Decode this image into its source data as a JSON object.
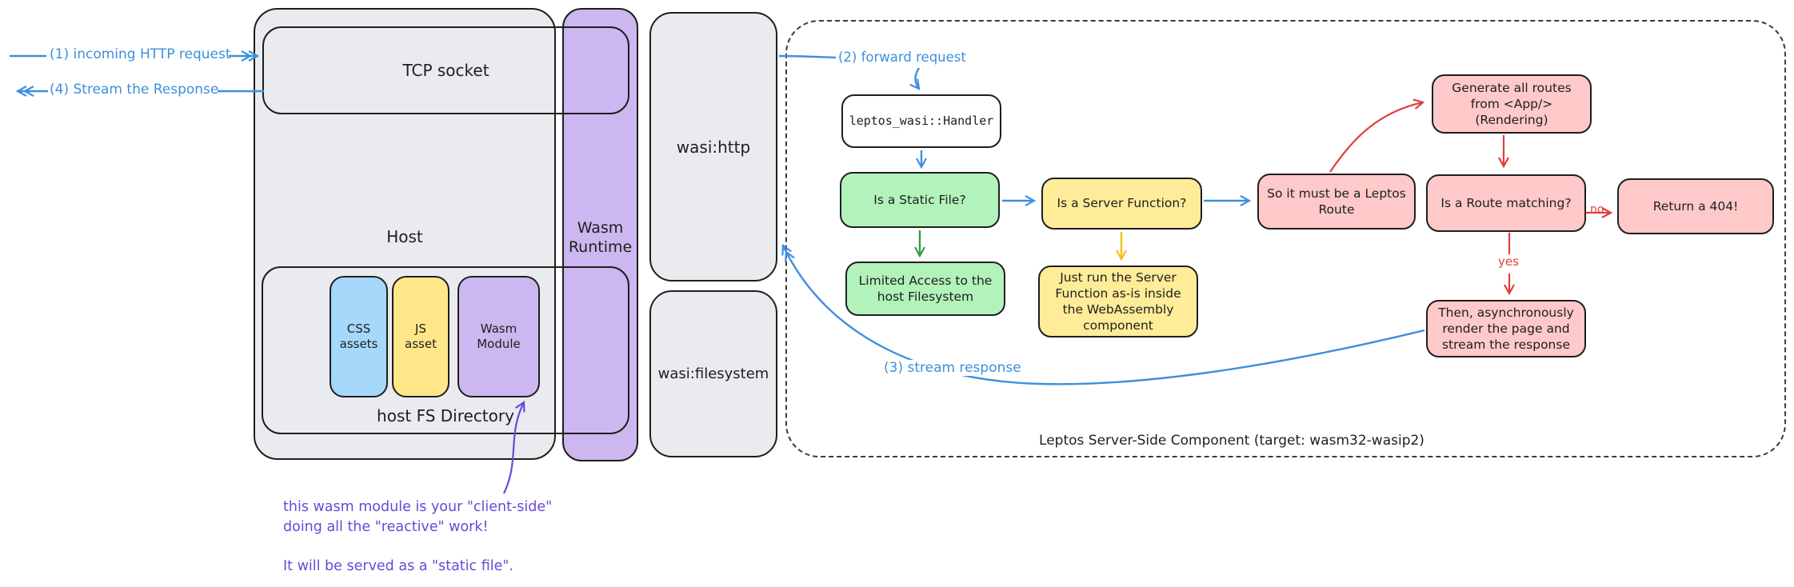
{
  "external": {
    "incoming_label": "(1) incoming HTTP request",
    "stream_out_label": "(4) Stream the Response"
  },
  "host": {
    "title": "Host",
    "tcp_socket": "TCP socket",
    "fs_directory": "host FS Directory",
    "css_assets": "CSS\nassets",
    "js_asset": "JS\nasset",
    "wasm_module": "Wasm\nModule"
  },
  "wasm_runtime": {
    "label": "Wasm\nRuntime"
  },
  "wasi": {
    "http": "wasi:http",
    "filesystem": "wasi:filesystem"
  },
  "component": {
    "caption": "Leptos Server-Side Component (target: wasm32-wasip2)",
    "forward_label": "(2) forward request",
    "stream_label": "(3) stream response",
    "nodes": {
      "handler": "leptos_wasi::Handler",
      "static_file": "Is a Static File?",
      "limited_access": "Limited Access to the\nhost Filesystem",
      "server_function": "Is a Server Function?",
      "just_run": "Just run the Server\nFunction as-is inside\nthe WebAssembly\ncomponent",
      "leptos_route": "So it must be a Leptos\nRoute",
      "generate_routes": "Generate all routes\nfrom <App/>\n(Rendering)",
      "route_matching": "Is a Route matching?",
      "return_404": "Return a 404!",
      "then_render": "Then, asynchronously\nrender the page and\nstream the response"
    },
    "edge_labels": {
      "yes": "yes",
      "no": "no"
    }
  },
  "annotation": {
    "text": "this wasm module is your \"client-side\"\ndoing all the \"reactive\" work!\n\nIt will be served as a \"static file\"."
  },
  "colors": {
    "ink": "#1e1e1e",
    "arrow_blue": "#3d8fdd",
    "arrow_red": "#e03e3e",
    "arrow_green": "#2f9e44",
    "arrow_yellow": "#f2c017",
    "arrow_purple": "#6a48d7",
    "fill_gray": "#e9ebef",
    "fill_purple": "#ccb7f1",
    "fill_blue": "#a5d8fa",
    "fill_yellow": "#ffe789",
    "fill_green": "#b2f2bb",
    "fill_pink": "#ffc9c9"
  }
}
